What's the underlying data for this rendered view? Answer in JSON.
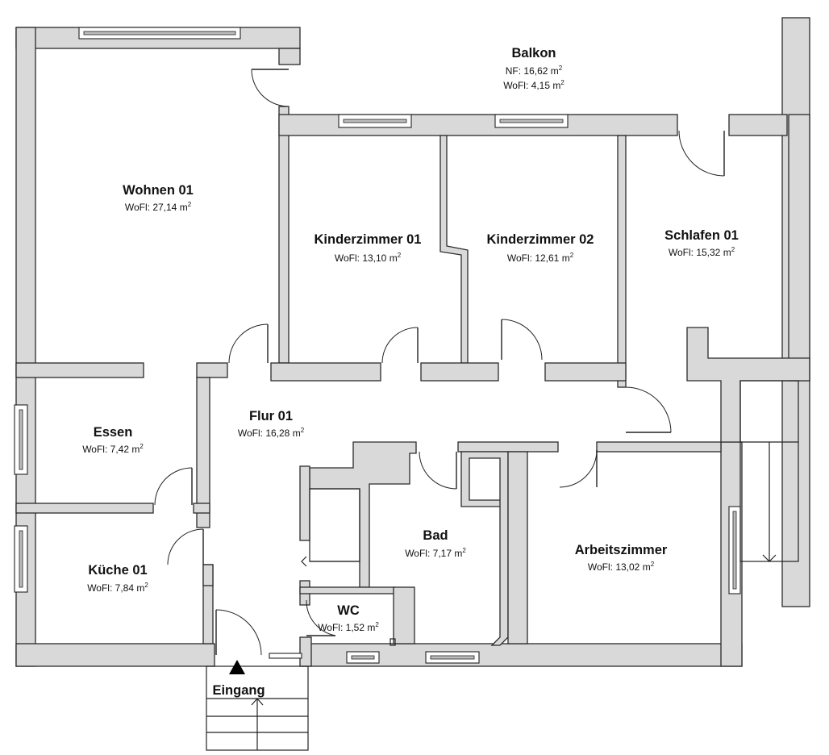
{
  "plan": {
    "entrance": {
      "label": "Eingang"
    },
    "rooms": [
      {
        "id": "wohnen-01",
        "name": "Wohnen 01",
        "area_label": "WoFl:",
        "area": "27,14",
        "unit": "m",
        "unit_exp": "2"
      },
      {
        "id": "balkon",
        "name": "Balkon",
        "area_label": "NF:",
        "area": "16,62",
        "unit": "m",
        "unit_exp": "2",
        "area2_label": "WoFl:",
        "area2": "4,15"
      },
      {
        "id": "kinderzimmer-01",
        "name": "Kinderzimmer 01",
        "area_label": "WoFl:",
        "area": "13,10",
        "unit": "m",
        "unit_exp": "2"
      },
      {
        "id": "kinderzimmer-02",
        "name": "Kinderzimmer 02",
        "area_label": "WoFl:",
        "area": "12,61",
        "unit": "m",
        "unit_exp": "2"
      },
      {
        "id": "schlafen-01",
        "name": "Schlafen 01",
        "area_label": "WoFl:",
        "area": "15,32",
        "unit": "m",
        "unit_exp": "2"
      },
      {
        "id": "essen",
        "name": "Essen",
        "area_label": "WoFl:",
        "area": "7,42",
        "unit": "m",
        "unit_exp": "2"
      },
      {
        "id": "flur-01",
        "name": "Flur 01",
        "area_label": "WoFl:",
        "area": "16,28",
        "unit": "m",
        "unit_exp": "2"
      },
      {
        "id": "kueche-01",
        "name": "Küche 01",
        "area_label": "WoFl:",
        "area": "7,84",
        "unit": "m",
        "unit_exp": "2"
      },
      {
        "id": "bad",
        "name": "Bad",
        "area_label": "WoFl:",
        "area": "7,17",
        "unit": "m",
        "unit_exp": "2"
      },
      {
        "id": "wc",
        "name": "WC",
        "area_label": "WoFl:",
        "area": "1,52",
        "unit": "m",
        "unit_exp": "2"
      },
      {
        "id": "arbeitszimmer",
        "name": "Arbeitszimmer",
        "area_label": "WoFl:",
        "area": "13,02",
        "unit": "m",
        "unit_exp": "2"
      }
    ]
  }
}
